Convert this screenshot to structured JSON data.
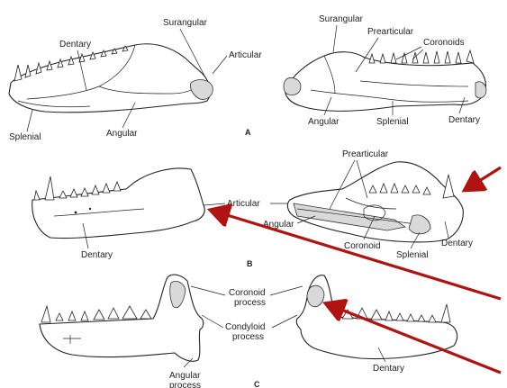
{
  "panels": {
    "A": {
      "letter": "A",
      "left": {
        "dentary": "Dentary",
        "surangular": "Surangular",
        "articular": "Articular",
        "splenial": "Splenial",
        "angular": "Angular"
      },
      "right": {
        "surangular": "Surangular",
        "prearticular": "Prearticular",
        "coronoids": "Coronoids",
        "angular": "Angular",
        "splenial": "Splenial",
        "dentary": "Dentary"
      }
    },
    "B": {
      "letter": "B",
      "left": {
        "dentary": "Dentary",
        "articular": "Articular"
      },
      "right": {
        "prearticular": "Prearticular",
        "angular": "Angular",
        "coronoid": "Coronoid",
        "splenial": "Splenial",
        "dentary": "Dentary"
      }
    },
    "C": {
      "letter": "C",
      "left": {
        "coronoid_process": "Coronoid\nprocess",
        "condyloid_process": "Condyloid\nprocess",
        "angular_process": "Angular\nprocess"
      },
      "right": {
        "dentary": "Dentary"
      }
    }
  },
  "colors": {
    "annotation_arrow": "#b11212",
    "line": "#222222"
  },
  "annotation_arrows": [
    "arrow-to-panel-b-dentary-tip",
    "arrow-to-panel-b-articular",
    "arrow-to-panel-c-condyle"
  ]
}
